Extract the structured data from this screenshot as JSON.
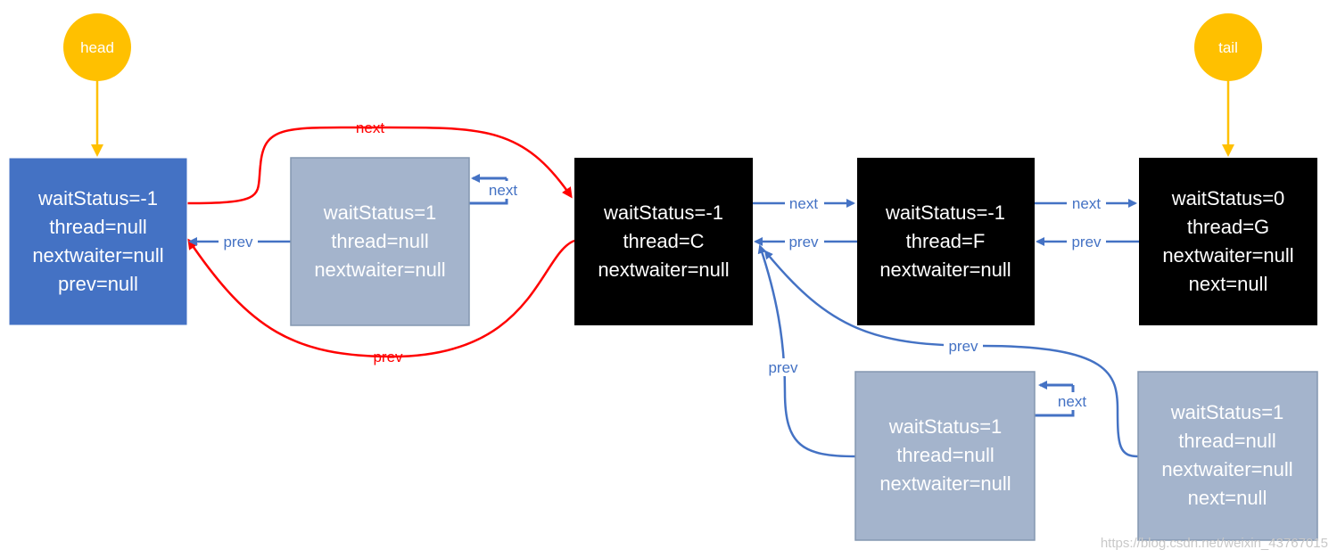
{
  "colors": {
    "head_node": "#4472C4",
    "removed_node": "#A4B4CC",
    "active_node": "#000000",
    "pointer_circle": "#FFC000",
    "blue_edge": "#4472C4",
    "red_edge": "#FF0000",
    "node_text_light": "#FFFFFF"
  },
  "pointers": {
    "head": "head",
    "tail": "tail"
  },
  "nodes": {
    "head_node": [
      "waitStatus=-1",
      "thread=null",
      "nextwaiter=null",
      "prev=null"
    ],
    "cancelled_b": [
      "waitStatus=1",
      "thread=null",
      "nextwaiter=null"
    ],
    "node_c": [
      "waitStatus=-1",
      "thread=C",
      "nextwaiter=null"
    ],
    "node_f": [
      "waitStatus=-1",
      "thread=F",
      "nextwaiter=null"
    ],
    "node_g": [
      "waitStatus=0",
      "thread=G",
      "nextwaiter=null",
      "next=null"
    ],
    "cancelled_d": [
      "waitStatus=1",
      "thread=null",
      "nextwaiter=null"
    ],
    "cancelled_e": [
      "waitStatus=1",
      "thread=null",
      "nextwaiter=null",
      "next=null"
    ]
  },
  "edge_labels": {
    "head_to_c_next": "next",
    "c_to_head_prev": "prev",
    "b_to_head_prev": "prev",
    "b_self_next": "next",
    "c_to_f_next": "next",
    "f_to_c_prev": "prev",
    "f_to_g_next": "next",
    "g_to_f_prev": "prev",
    "d_to_c_prev": "prev",
    "d_self_next": "next",
    "e_to_c_prev": "prev"
  },
  "watermark": "https://blog.csdn.net/weixin_43767015"
}
